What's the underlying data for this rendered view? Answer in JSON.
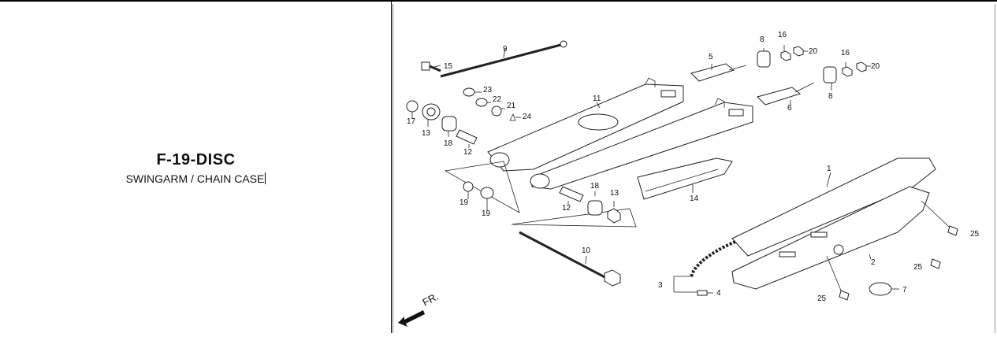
{
  "figure": {
    "code": "F-19-DISC",
    "title": "SWINGARM / CHAIN CASE"
  },
  "diagram": {
    "direction_label": "FR.",
    "callouts": [
      "9",
      "15",
      "23",
      "22",
      "21",
      "24",
      "17",
      "13",
      "18",
      "12",
      "11",
      "5",
      "8",
      "16",
      "20",
      "16",
      "20",
      "6",
      "8",
      "1",
      "14",
      "19",
      "19",
      "12",
      "18",
      "13",
      "10",
      "2",
      "25",
      "25",
      "25",
      "3",
      "4",
      "7"
    ]
  }
}
